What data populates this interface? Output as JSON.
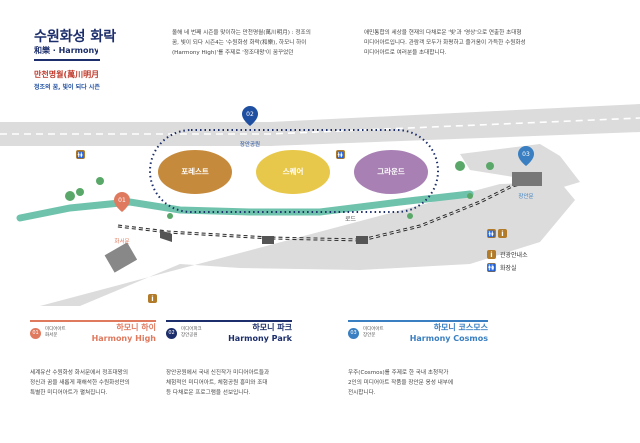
{
  "header": {
    "title": "수원화성 화락",
    "subtitle": "和樂 · Harmony High",
    "subhead": "만천명월(萬川明月) 2",
    "tagline": "정조의 꿈, 빛이 되다 시즌4"
  },
  "intro": {
    "col1": [
      "올해 네 번째 시즌을 맞이하는 만천명월(萬川明月) : 정조의",
      "꿈, 빛이 되다 시즌4는 '수원화성 화락(和樂), 하모니 하이",
      "(Harmony High)'를 주제로 '정조대왕'이 꿈꾸었던"
    ],
    "col2": [
      "애민통합의 세상을 현재의 다채로운 '빛'과 '영상'으로 연출한 초대형",
      "미디어아트입니다. 관람객 모두가 화평하고 즐거움이 가득한 수원화성",
      "미디어아트로 여러분을 초대합니다."
    ]
  },
  "map": {
    "markers": [
      {
        "num": "01",
        "label": "화서문",
        "color": "#e07a5f"
      },
      {
        "num": "02",
        "label": "장안공원",
        "color": "#1f4fa0"
      },
      {
        "num": "03",
        "label": "장안문",
        "color": "#3a7fc1"
      }
    ],
    "zones": [
      "포레스트",
      "스퀘어",
      "그라운드"
    ],
    "road_label": "로드",
    "icon_labels": {
      "info": "i",
      "restroom": "🚻"
    },
    "legend": [
      {
        "icon": "i",
        "label": "관광안내소"
      },
      {
        "icon": "🚻",
        "label": "화장실"
      }
    ]
  },
  "cards": [
    {
      "num": "01",
      "kind": [
        "미디어아트",
        "화서문"
      ],
      "name": [
        "하모니 하이",
        "Harmony High"
      ],
      "color": "#e07a5f",
      "desc": [
        "세계유산 수원화성 화서문에서 정조대왕의",
        "정신과 꿈을 새롭게 재해석한 수원화성만의",
        "특별한 미디어아트가 펼쳐집니다."
      ]
    },
    {
      "num": "02",
      "kind": [
        "미디어파크",
        "장안공원"
      ],
      "name": [
        "하모니 파크",
        "Harmony Park"
      ],
      "color": "#1c2e6b",
      "desc": [
        "장안공원에서 국내 신진작가 미디어아트들과",
        "체험적인 미디어아트, 체험공원 흥미와 조대",
        "등 다채로운 프로그램을 선보입니다."
      ]
    },
    {
      "num": "03",
      "kind": [
        "미디어아트",
        "장안문"
      ],
      "name": [
        "하모니 코스모스",
        "Harmony Cosmos"
      ],
      "color": "#3a7fc1",
      "desc": [
        "우주(Cosmos)를 주제로 한 국내 초청작가",
        "2인의 미디어아트 작품을 장안문 옹성 내부에",
        "전시합니다."
      ]
    }
  ]
}
